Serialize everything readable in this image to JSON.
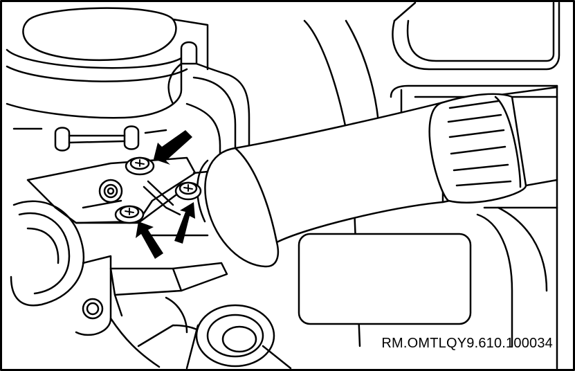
{
  "figure": {
    "reference_code": "RM.OMTLQY9.610.100034",
    "line_color": "#000000",
    "background": "#ffffff",
    "callouts": [
      {
        "target": "upper-left-screw",
        "icon": "arrow-icon"
      },
      {
        "target": "lower-left-screw",
        "icon": "arrow-icon"
      },
      {
        "target": "right-screw",
        "icon": "arrow-icon"
      }
    ]
  }
}
